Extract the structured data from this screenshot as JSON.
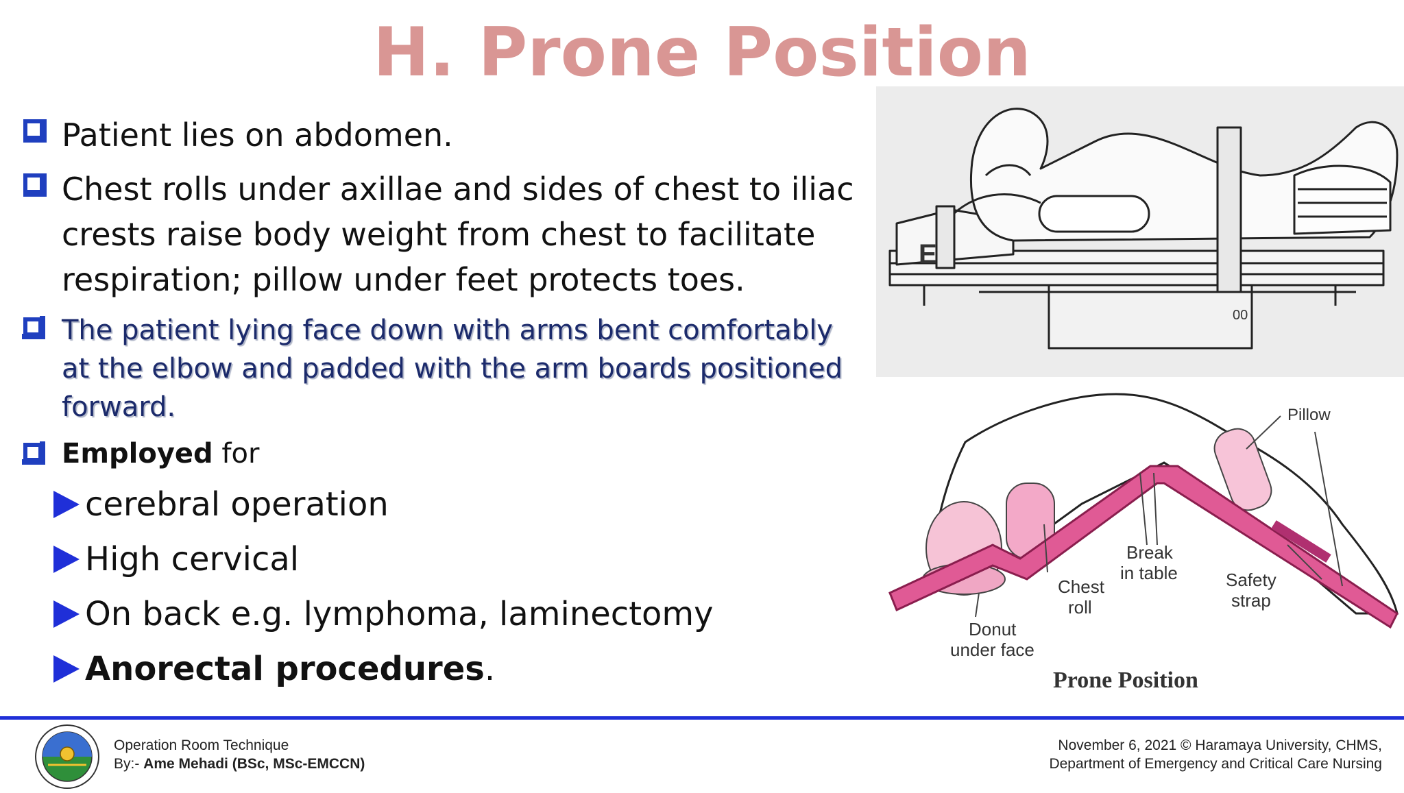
{
  "title": "H. Prone Position",
  "bullets": [
    {
      "text": "Patient lies on abdomen."
    },
    {
      "text": "Chest rolls under axillae and sides of chest to iliac crests raise body weight from chest to facilitate respiration; pillow under feet protects toes."
    },
    {
      "text": "The patient lying face down with arms bent comfortably at the elbow and padded with the arm boards positioned forward."
    },
    {
      "bold": "Employed",
      "rest": " for"
    }
  ],
  "sub_items": [
    {
      "text": "cerebral operation"
    },
    {
      "text": "High cervical"
    },
    {
      "text": "On back e.g. lymphoma, laminectomy"
    },
    {
      "bold": "Anorectal procedures",
      "rest": "."
    }
  ],
  "figure_top": {
    "label": "E",
    "marker": "00"
  },
  "figure_bottom": {
    "caption": "Prone Position",
    "labels": {
      "pillow": "Pillow",
      "break1": "Break",
      "break2": "in table",
      "chest1": "Chest",
      "chest2": "roll",
      "safety1": "Safety",
      "safety2": "strap",
      "donut1": "Donut",
      "donut2": "under face"
    }
  },
  "footer": {
    "left_line1": "Operation Room Technique",
    "left_prefix": "By:- ",
    "left_author": "Ame Mehadi (BSc, MSc-EMCCN)",
    "right_line1": "November 6, 2021 © Haramaya University, CHMS,",
    "right_line2": "Department of Emergency and Critical Care Nursing"
  },
  "colors": {
    "title": "#d99694",
    "accent": "#1f2fd8",
    "strap": "#e05a95"
  }
}
